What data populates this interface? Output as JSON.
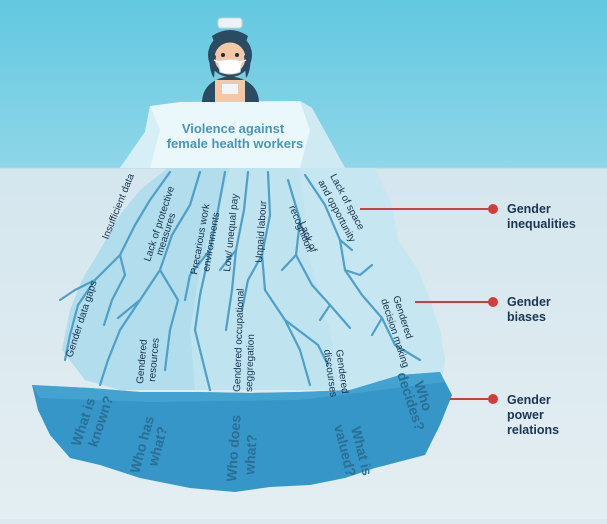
{
  "title": "Violence against female health workers",
  "title_lines": [
    "Violence against",
    "female health workers"
  ],
  "crack_labels": {
    "insufficient_data": "Insufficient data",
    "lack_protective_1": "Lack of protective",
    "lack_protective_2": "measures",
    "precarious_1": "Precarious work",
    "precarious_2": "environments",
    "low_pay": "Low/ unequal pay",
    "unpaid_labour": "Unpaid labour",
    "lack_recognition_1": "Lack of",
    "lack_recognition_2": "recognition",
    "lack_space_1": "Lack of space",
    "lack_space_2": "and opportunity",
    "gender_data_gaps": "Gender data gaps",
    "gendered_resources_1": "Gendered",
    "gendered_resources_2": "resources",
    "gendered_occupational_1": "Gendered occupational",
    "gendered_occupational_2": "seggregation",
    "gendered_discourses_1": "Gendered",
    "gendered_discourses_2": "discourses",
    "gendered_decision_1": "Gendered",
    "gendered_decision_2": "decision making"
  },
  "base_questions": {
    "what_known_1": "What is",
    "what_known_2": "known?",
    "who_has_1": "Who has",
    "who_has_2": "what?",
    "who_does_1": "Who does",
    "who_does_2": "what?",
    "what_valued_1": "What is",
    "what_valued_2": "valued?",
    "who_decides_1": "Who",
    "who_decides_2": "decides?"
  },
  "levels": {
    "inequalities_1": "Gender",
    "inequalities_2": "inequalities",
    "biases_1": "Gender",
    "biases_2": "biases",
    "power_1": "Gender",
    "power_2": "power",
    "power_3": "relations"
  },
  "colors": {
    "sky": "#5cc6df",
    "water": "#dde9ef",
    "ice_light": "#e9f7fb",
    "ice_mid": "#a8dcea",
    "base": "#3596c7",
    "crack": "#4698c0",
    "marker": "#d63b3b",
    "text_dark": "#17324d"
  }
}
